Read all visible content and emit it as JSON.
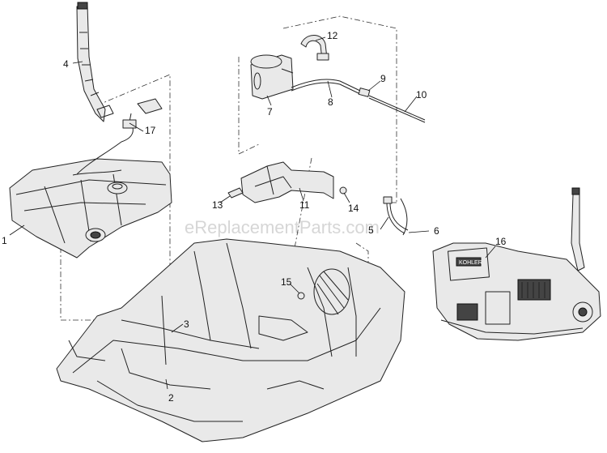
{
  "watermark": "eReplacementParts.com",
  "callouts": {
    "c1": "1",
    "c2": "2",
    "c3": "3",
    "c4": "4",
    "c5": "5",
    "c6": "6",
    "c7": "7",
    "c8": "8",
    "c9": "9",
    "c10": "10",
    "c11": "11",
    "c12": "12",
    "c13": "13",
    "c14": "14",
    "c15": "15",
    "c16": "16",
    "c17": "17"
  },
  "engine_badge": "KOHLER"
}
